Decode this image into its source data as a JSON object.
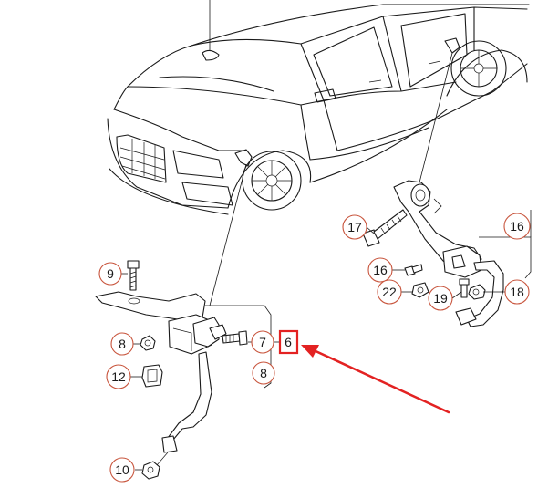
{
  "callouts": {
    "c9": "9",
    "c8": "8",
    "c12": "12",
    "c10": "10",
    "c7": "7",
    "c6": "6",
    "c8b": "8",
    "c17": "17",
    "c16a": "16",
    "c16b": "16",
    "c22": "22",
    "c19": "19",
    "c18": "18"
  },
  "colors": {
    "callout_ring": "#c8553d",
    "highlight": "#e32222",
    "line": "#1a1a1a"
  }
}
